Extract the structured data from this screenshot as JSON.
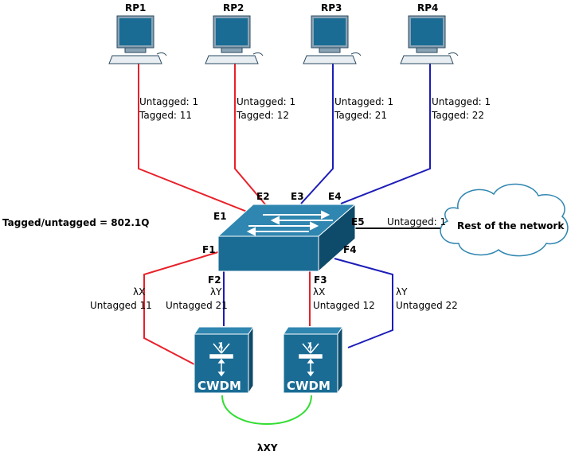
{
  "colors": {
    "red": "#e8212b",
    "blue": "#1c1cb8",
    "green": "#33dd33",
    "black": "#000000",
    "device_teal": "#1a6c95",
    "device_light": "#2f86b0",
    "device_dark": "#0e4a6a"
  },
  "pcs": [
    {
      "label": "RP1",
      "untagged": "Untagged: 1",
      "tagged": "Tagged: 11",
      "link_color": "red"
    },
    {
      "label": "RP2",
      "untagged": "Untagged: 1",
      "tagged": "Tagged: 12",
      "link_color": "red"
    },
    {
      "label": "RP3",
      "untagged": "Untagged: 1",
      "tagged": "Tagged: 21",
      "link_color": "blue"
    },
    {
      "label": "RP4",
      "untagged": "Untagged: 1",
      "tagged": "Tagged: 22",
      "link_color": "blue"
    }
  ],
  "switch_ports": {
    "e1": "E1",
    "e2": "E2",
    "e3": "E3",
    "e4": "E4",
    "e5": "E5",
    "f1": "F1",
    "f2": "F2",
    "f3": "F3",
    "f4": "F4"
  },
  "legend_note": "Tagged/untagged = 802.1Q",
  "network": {
    "cloud_label": "Rest of the network",
    "link_label": "Untagged: 1"
  },
  "downlinks": {
    "f1": {
      "lambda": "λX",
      "vlan": "Untagged 11"
    },
    "f2": {
      "lambda": "λY",
      "vlan": "Untagged 21"
    },
    "f3": {
      "lambda": "λX",
      "vlan": "Untagged 12"
    },
    "f4": {
      "lambda": "λY",
      "vlan": "Untagged 22"
    }
  },
  "cwdm": {
    "left_label": "CWDM",
    "right_label": "CWDM",
    "lambda_glyph": "λ"
  },
  "fiber_label": "λXY"
}
